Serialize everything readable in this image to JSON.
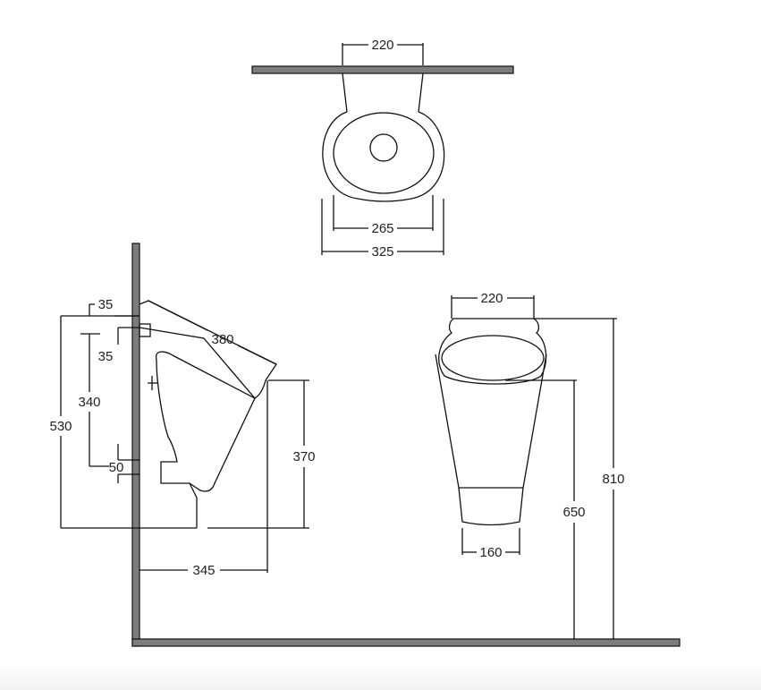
{
  "dimensions": {
    "top_width": "220",
    "top_inner_width": "265",
    "top_outer_width": "325",
    "side_offset_top": "35",
    "side_offset_bottom": "35",
    "side_length": "380",
    "side_inlet_height": "340",
    "side_total_height": "530",
    "side_outlet_height": "50",
    "side_front_height": "370",
    "side_depth": "345",
    "front_top_width": "220",
    "front_bottom_width": "160",
    "front_rim_height": "650",
    "front_total_height": "810"
  },
  "colors": {
    "wall": "#7d7d7d",
    "line": "#111111"
  }
}
